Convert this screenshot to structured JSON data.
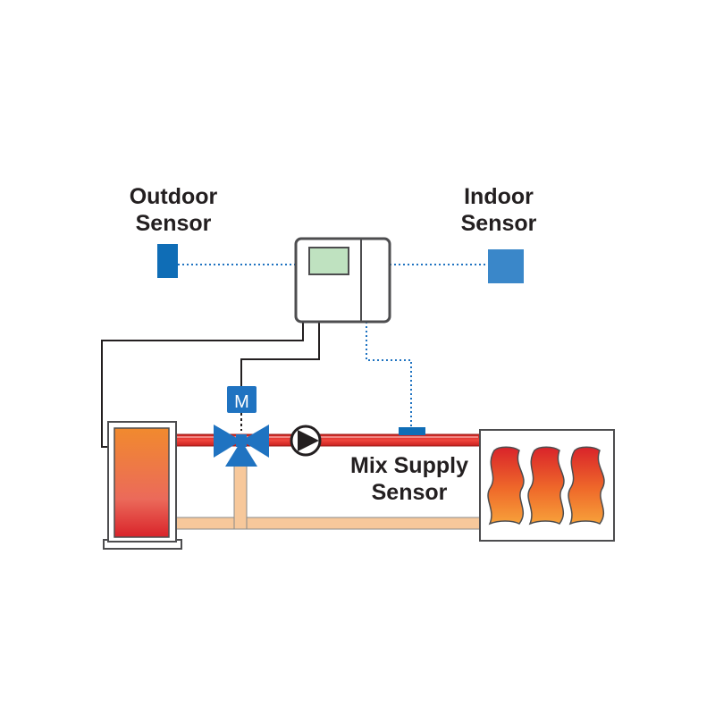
{
  "labels": {
    "outdoor_sensor": [
      "Outdoor",
      "Sensor"
    ],
    "indoor_sensor": [
      "Indoor",
      "Sensor"
    ],
    "mix_supply_sensor": [
      "Mix Supply",
      "Sensor"
    ],
    "motor": "M"
  },
  "colors": {
    "hot_pipe": "#e4322b",
    "cold_pipe": "#f7c89b",
    "sensor_blue": "#0f6db6",
    "indoor_blue": "#3a87c9",
    "valve_blue": "#1f73c1",
    "wire": "#231f20",
    "sensor_wire": "#1f73c1",
    "screen_green": "#bfe2c0"
  },
  "icons": [
    "outdoor-sensor-icon",
    "indoor-sensor-icon",
    "controller-icon",
    "boiler-icon",
    "mixing-valve-icon",
    "motor-icon",
    "pump-icon",
    "radiator-icon",
    "mix-supply-sensor-icon"
  ]
}
